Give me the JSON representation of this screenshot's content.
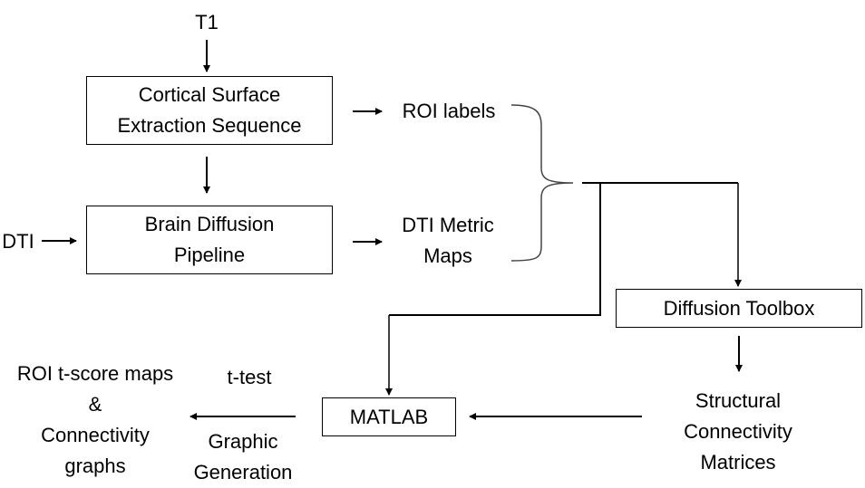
{
  "inputs": {
    "t1": "T1",
    "dti": "DTI"
  },
  "boxes": {
    "cortical": [
      "Cortical Surface",
      "Extraction Sequence"
    ],
    "brain_diffusion": [
      "Brain Diffusion",
      "Pipeline"
    ],
    "diffusion_toolbox": "Diffusion Toolbox",
    "matlab": "MATLAB"
  },
  "outputs": {
    "roi_labels": "ROI labels",
    "dti_metric_maps": [
      "DTI Metric",
      "Maps"
    ],
    "structural_connectivity": [
      "Structural",
      "Connectivity",
      "Matrices"
    ],
    "t_test": "t-test",
    "graphic_generation": [
      "Graphic",
      "Generation"
    ],
    "results": [
      "ROI t-score maps",
      "&",
      "Connectivity",
      "graphs"
    ]
  },
  "colors": {
    "stroke": "#000000",
    "background": "#ffffff"
  }
}
